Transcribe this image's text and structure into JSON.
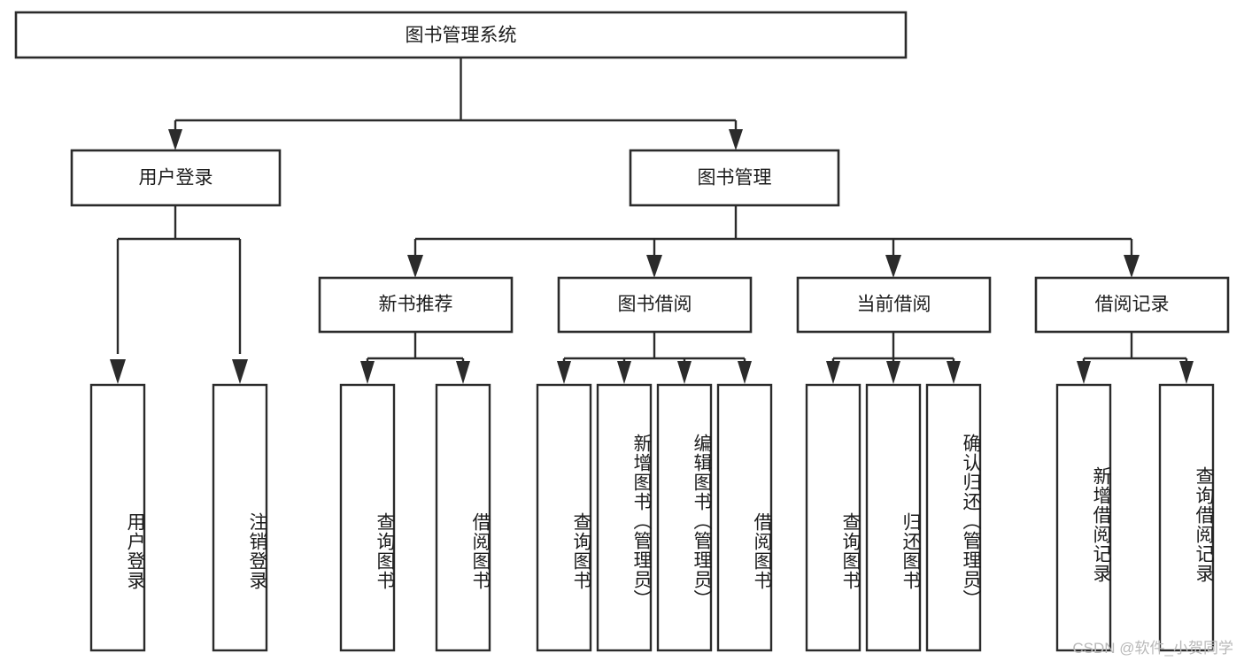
{
  "diagram": {
    "type": "tree-hierarchy-flowchart",
    "title_node": {
      "id": "root",
      "label": "图书管理系统"
    },
    "level2": [
      {
        "id": "user-login",
        "label": "用户登录"
      },
      {
        "id": "book-manage",
        "label": "图书管理"
      }
    ],
    "level3": [
      {
        "id": "new-book-recommend",
        "label": "新书推荐",
        "parent": "book-manage"
      },
      {
        "id": "book-borrow",
        "label": "图书借阅",
        "parent": "book-manage"
      },
      {
        "id": "current-borrow",
        "label": "当前借阅",
        "parent": "book-manage"
      },
      {
        "id": "borrow-record",
        "label": "借阅记录",
        "parent": "book-manage"
      }
    ],
    "leaves": [
      {
        "id": "leaf-user-login",
        "label": "用户登录",
        "parent": "user-login"
      },
      {
        "id": "leaf-logout-login",
        "label": "注销登录",
        "parent": "user-login"
      },
      {
        "id": "leaf-query-book-1",
        "label": "查询图书",
        "parent": "new-book-recommend"
      },
      {
        "id": "leaf-borrow-book-1",
        "label": "借阅图书",
        "parent": "new-book-recommend"
      },
      {
        "id": "leaf-query-book-2",
        "label": "查询图书",
        "parent": "book-borrow"
      },
      {
        "id": "leaf-add-book",
        "label": "新增图书（管理员）",
        "parent": "book-borrow"
      },
      {
        "id": "leaf-edit-book",
        "label": "编辑图书（管理员）",
        "parent": "book-borrow"
      },
      {
        "id": "leaf-borrow-book-2",
        "label": "借阅图书",
        "parent": "book-borrow"
      },
      {
        "id": "leaf-query-book-3",
        "label": "查询图书",
        "parent": "current-borrow"
      },
      {
        "id": "leaf-return-book",
        "label": "归还图书",
        "parent": "current-borrow"
      },
      {
        "id": "leaf-confirm-return",
        "label": "确认归还（管理员）",
        "parent": "current-borrow"
      },
      {
        "id": "leaf-add-borrow-record",
        "label": "新增借阅记录",
        "parent": "borrow-record"
      },
      {
        "id": "leaf-query-borrow-record",
        "label": "查询借阅记录",
        "parent": "borrow-record"
      }
    ]
  },
  "watermark": {
    "text": "CSDN @软件_小贺同学"
  },
  "colors": {
    "stroke": "#2b2b2b",
    "fill": "#ffffff",
    "text": "#1c1c1c",
    "watermark": "#b9b9b9",
    "background": "#ffffff"
  }
}
